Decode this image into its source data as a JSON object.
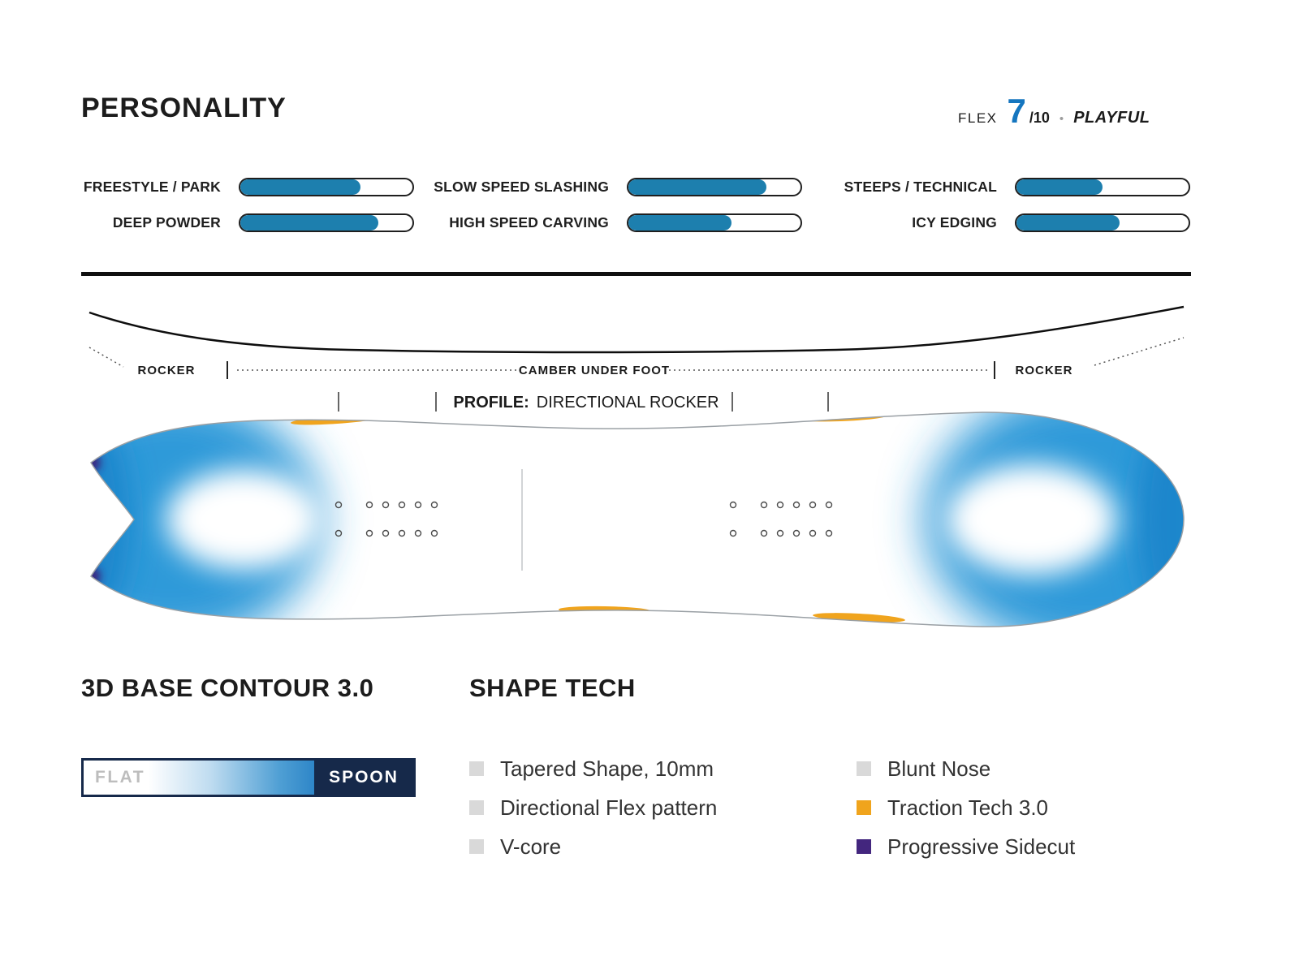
{
  "personality": {
    "title": "PERSONALITY",
    "flex_label": "FLEX",
    "flex_value": "7",
    "flex_denom": "/10",
    "separator": "•",
    "flex_style": "PLAYFUL",
    "bars": [
      {
        "label": "FREESTYLE / PARK",
        "value": 70
      },
      {
        "label": "DEEP POWDER",
        "value": 80
      },
      {
        "label": "SLOW SPEED SLASHING",
        "value": 80
      },
      {
        "label": "HIGH SPEED CARVING",
        "value": 60
      },
      {
        "label": "STEEPS / TECHNICAL",
        "value": 50
      },
      {
        "label": "ICY EDGING",
        "value": 60
      }
    ]
  },
  "profile": {
    "rocker_left": "ROCKER",
    "camber": "CAMBER UNDER FOOT",
    "rocker_right": "ROCKER",
    "profile_label": "PROFILE:",
    "profile_value": "DIRECTIONAL ROCKER"
  },
  "base_contour": {
    "title": "3D BASE CONTOUR 3.0",
    "flat_label": "FLAT",
    "spoon_label": "SPOON"
  },
  "shape_tech": {
    "title": "SHAPE TECH",
    "columns": [
      {
        "items": [
          {
            "label": "Tapered Shape, 10mm",
            "color": "#d9d9d9"
          },
          {
            "label": "Directional Flex pattern",
            "color": "#d9d9d9"
          },
          {
            "label": "V-core",
            "color": "#d9d9d9"
          }
        ]
      },
      {
        "items": [
          {
            "label": "Blunt Nose",
            "color": "#d9d9d9"
          },
          {
            "label": "Traction Tech 3.0",
            "color": "#f0a41d"
          },
          {
            "label": "Progressive Sidecut",
            "color": "#43267e"
          }
        ]
      }
    ]
  },
  "colors": {
    "bar_fill": "#1d7fae",
    "flex_accent": "#1576bf",
    "board_blue": "#2e9ad9",
    "board_blue_deep": "#1b86cc",
    "accent_orange": "#f0a41d",
    "accent_purple": "#3a2580",
    "contour_navy": "#16294a"
  },
  "chart_data": {
    "type": "bar",
    "title": "PERSONALITY",
    "categories": [
      "FREESTYLE / PARK",
      "DEEP POWDER",
      "SLOW SPEED SLASHING",
      "HIGH SPEED CARVING",
      "STEEPS / TECHNICAL",
      "ICY EDGING"
    ],
    "values": [
      70,
      80,
      80,
      60,
      50,
      60
    ],
    "value_range": [
      0,
      100
    ],
    "legend": "none",
    "orientation": "horizontal"
  }
}
